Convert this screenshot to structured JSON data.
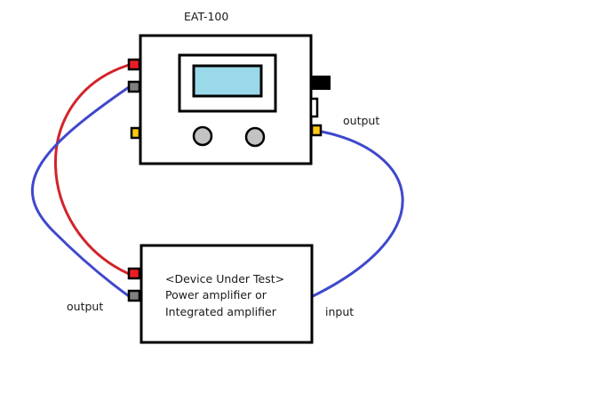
{
  "device_title": "EAT-100",
  "labels": {
    "eat_output": "output",
    "dut_output": "output",
    "dut_input": "input"
  },
  "dut": {
    "line1": "<Device Under Test>",
    "line2": "Power amplifier or",
    "line3": "Integrated amplifier"
  },
  "colors": {
    "screen": "#99d9ea",
    "knob": "#c3c3c3",
    "red_terminal": "#ed1c24",
    "gray_terminal": "#7f7f7f",
    "yellow_terminal": "#ffc90e",
    "red_wire": "#d2232a",
    "blue_wire": "#3f48cc"
  }
}
